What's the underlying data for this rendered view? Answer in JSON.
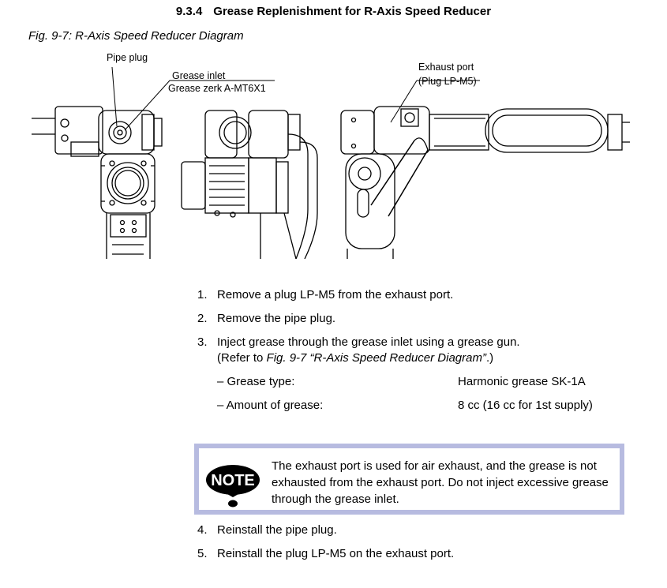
{
  "section": {
    "number": "9.3.4",
    "title": "Grease Replenishment for R-Axis Speed Reducer"
  },
  "figure": {
    "caption": "Fig. 9-7: R-Axis Speed Reducer Diagram",
    "labels": {
      "pipe_plug": "Pipe plug",
      "grease_inlet": "Grease inlet",
      "grease_zerk": "Grease zerk A-MT6X1",
      "exhaust_port": "Exhaust port",
      "plug": "(Plug LP-M5)"
    }
  },
  "steps": [
    {
      "num": "1.",
      "text": "Remove a plug LP-M5 from the exhaust port."
    },
    {
      "num": "2.",
      "text": "Remove the pipe plug."
    },
    {
      "num": "3.",
      "text": "Inject grease through the grease inlet using a grease gun."
    },
    {
      "num": "4.",
      "text": "Reinstall the pipe plug."
    },
    {
      "num": "5.",
      "text": "Reinstall the plug LP-M5 on the exhaust port."
    }
  ],
  "reference": {
    "open": "(Refer to ",
    "fig": "Fig. 9-7",
    "title": " “R-Axis Speed Reducer Diagram”",
    "close": ".)"
  },
  "specs": [
    {
      "label": "– Grease type:",
      "value": "Harmonic grease SK-1A"
    },
    {
      "label": "– Amount of grease:",
      "value": "8 cc (16 cc for 1st supply)"
    }
  ],
  "note": {
    "icon_label": "NOTE",
    "text": "The exhaust port is used for air exhaust, and the grease is not exhausted from the exhaust port.  Do not inject excessive grease through the grease inlet.",
    "border_color": "#b7bbe0"
  }
}
